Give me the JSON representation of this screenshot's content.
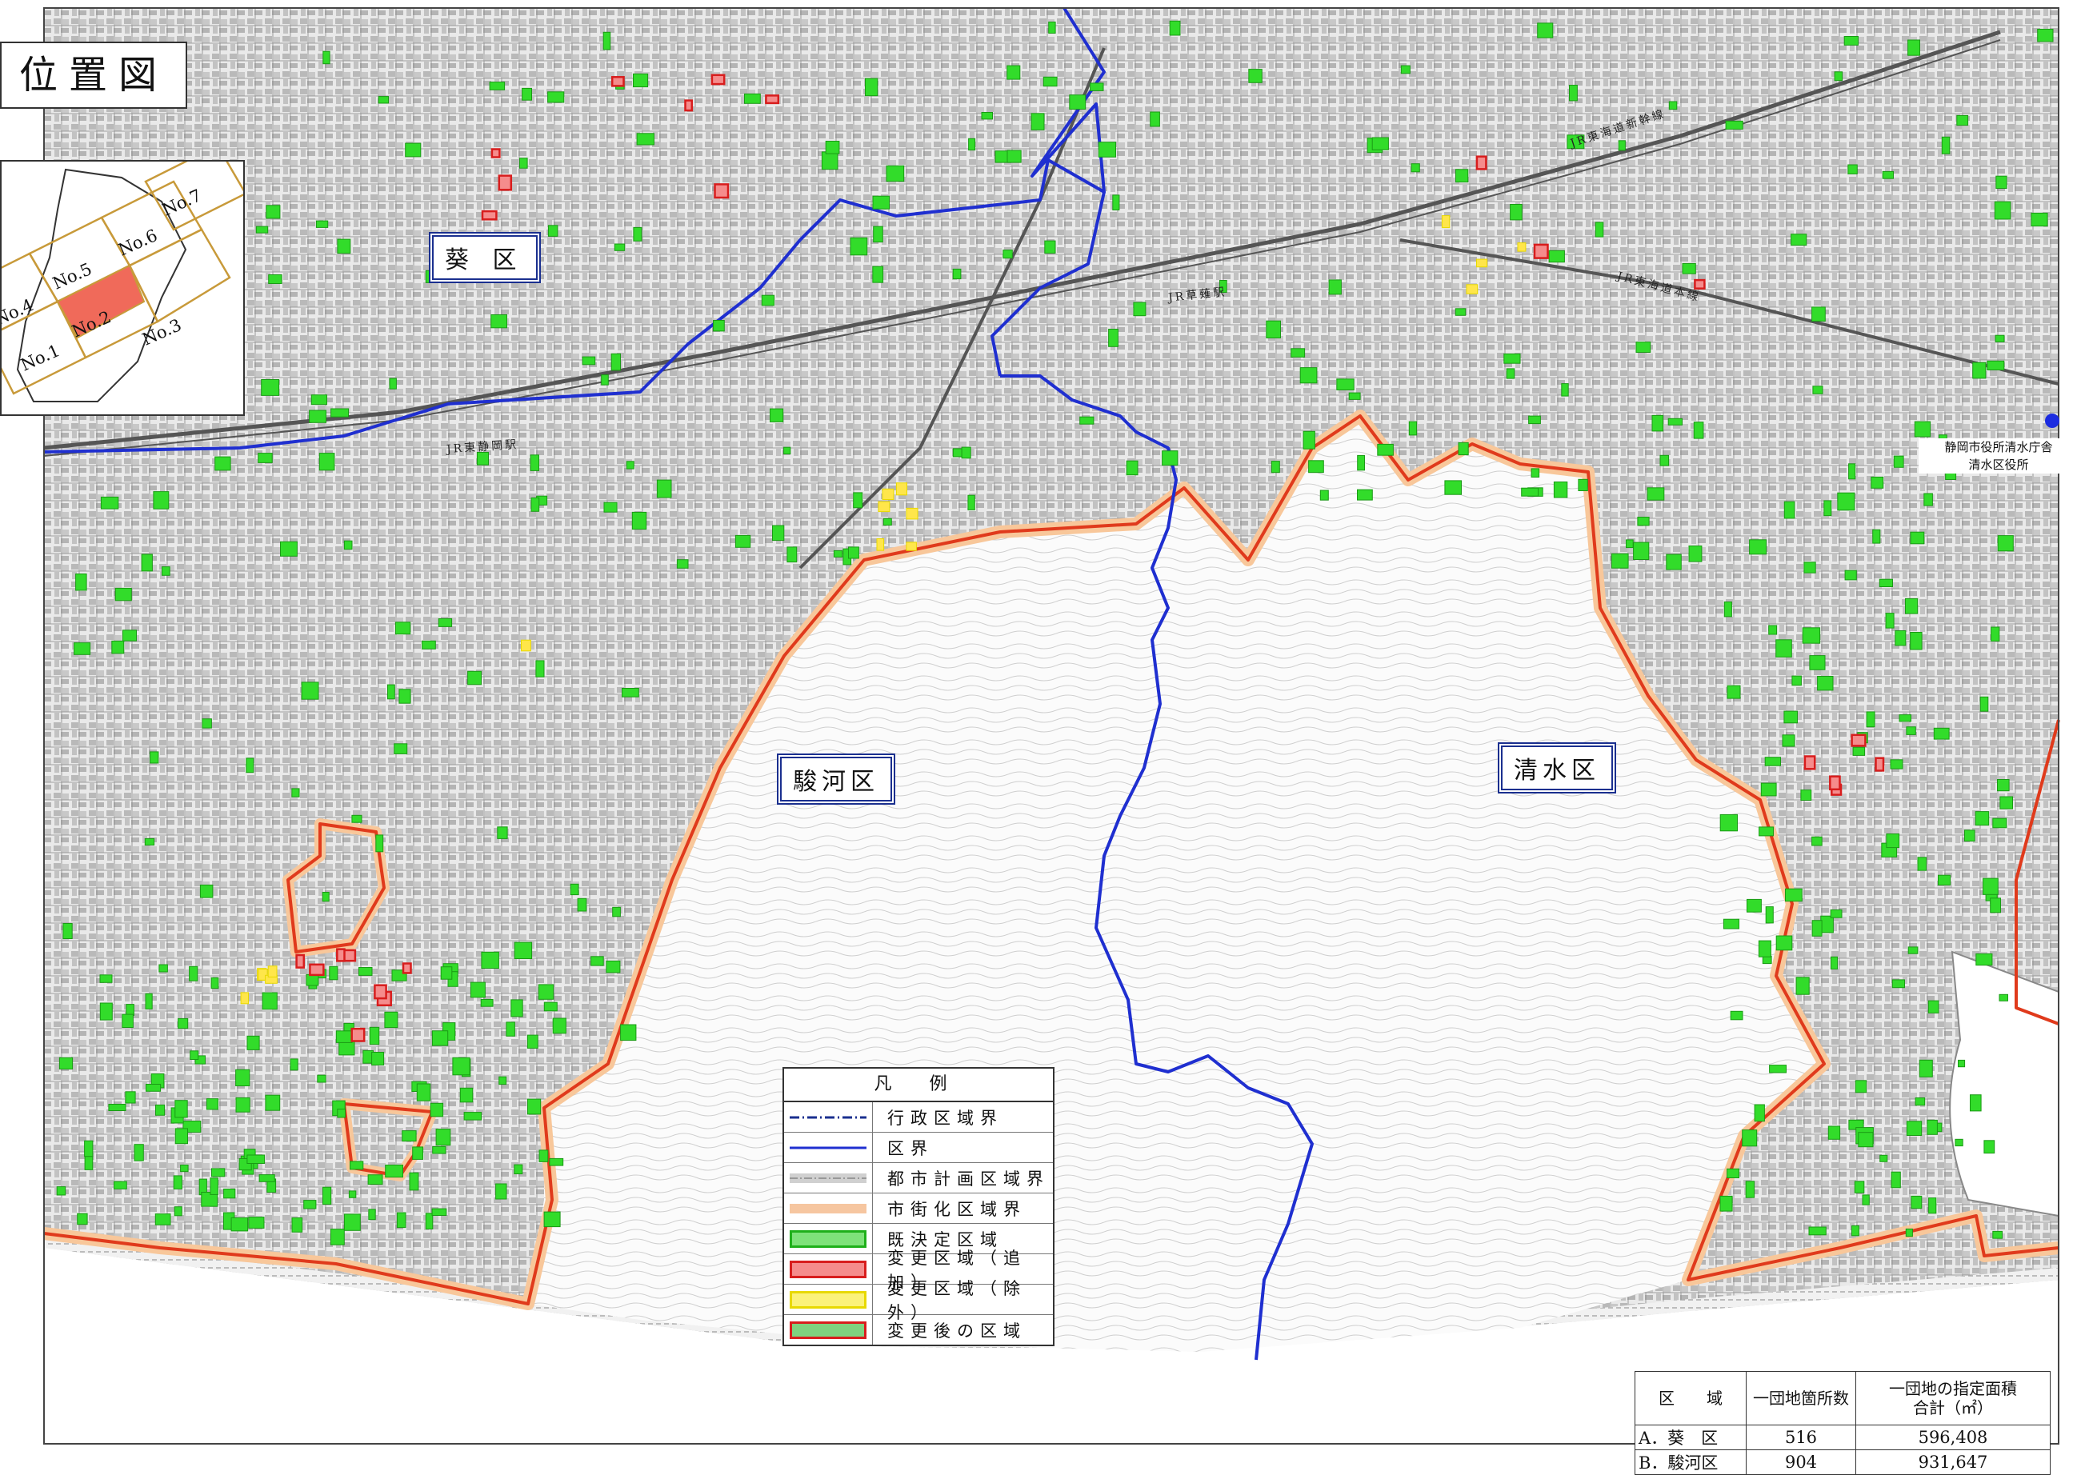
{
  "title": "位置図",
  "inset": {
    "sheets": [
      "No.1",
      "No.2",
      "No.3",
      "No.4",
      "No.5",
      "No.6",
      "No.7"
    ],
    "current": "No.2",
    "current_color": "#f06a5a"
  },
  "ward_labels": {
    "aoi": "葵 区",
    "suruga": "駿河区",
    "shimizu": "清水区"
  },
  "stations": {
    "higashi_shizuoka": "JR東静岡駅",
    "kusanagi": "JR草薙駅"
  },
  "rail_lines": {
    "shinkansen": "JR東海道新幹線",
    "main_line": "JR東海道本線"
  },
  "offices": {
    "line1": "静岡市役所清水庁舎",
    "line2": "清水区役所"
  },
  "legend": {
    "title": "凡 例",
    "items": [
      {
        "label": "行政区域界",
        "kind": "line",
        "color": "#1a2f8f",
        "dash": "12 4 2 4"
      },
      {
        "label": "区界",
        "kind": "line",
        "color": "#1f2fd0",
        "dash": ""
      },
      {
        "label": "都市計画区域界",
        "kind": "band",
        "color": "#d0d0d0"
      },
      {
        "label": "市街化区域界",
        "kind": "band",
        "color": "#f6c6a0"
      },
      {
        "label": "既決定区域",
        "kind": "fill",
        "color": "#7fe27a",
        "border": "#1fb01a"
      },
      {
        "label": "変更区域（追加）",
        "kind": "fill",
        "color": "#f58c8c",
        "border": "#d81d1d"
      },
      {
        "label": "変更区域（除外）",
        "kind": "fill",
        "color": "#fbf27a",
        "border": "#e8d900"
      },
      {
        "label": "変更後の区域",
        "kind": "fill",
        "color": "#7fd27f",
        "border": "#d81d1d"
      }
    ]
  },
  "summary": {
    "headers": [
      "区　　域",
      "一団地箇所数",
      "一団地の指定面積\n合計（㎡）"
    ],
    "rows": [
      [
        "A．葵　区",
        "516",
        "596,408"
      ],
      [
        "B．駿河区",
        "904",
        "931,647"
      ]
    ]
  },
  "colors": {
    "ward_boundary": "#1f2fd0",
    "urbanization_boundary": "#e03a1c",
    "urbanization_band": "#f8c79a",
    "existing_zone": "#32dc2a",
    "added_zone": "#e0241f",
    "excluded_zone": "#ffe64a"
  }
}
